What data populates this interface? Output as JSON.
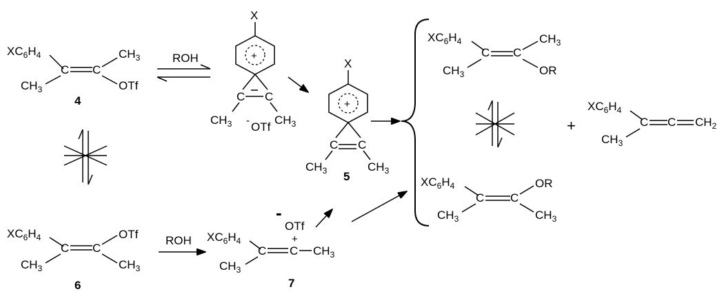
{
  "compounds": {
    "c4": {
      "sub": "XC6H4",
      "me_top": "CH3",
      "me_bottom": "CH3",
      "otf": "OTf",
      "atom": "C",
      "number": "4"
    },
    "int": {
      "x": "X",
      "me_left": "CH3",
      "me_right": "CH3",
      "counterion": "OTf",
      "atom": "C"
    },
    "c5": {
      "x": "X",
      "me_left": "CH3",
      "me_right": "CH3",
      "atom": "C",
      "number": "5"
    },
    "c6": {
      "sub": "XC6H4",
      "me_bottom_left": "CH3",
      "me_bottom_right": "CH3",
      "otf": "OTf",
      "atom": "C",
      "number": "6"
    },
    "c7": {
      "sub": "XC6H4",
      "me_bottom": "CH3",
      "me_right": "CH3",
      "counterion": "OTf",
      "atom": "C",
      "number": "7"
    },
    "p1": {
      "sub": "XC6H4",
      "me_top": "CH3",
      "me_bottom": "CH3",
      "or": "OR",
      "atom": "C"
    },
    "p2": {
      "sub": "XC6H4",
      "or": "OR",
      "me_bottom_left": "CH3",
      "me_bottom_right": "CH3",
      "atom": "C"
    },
    "allene": {
      "sub": "XC6H4",
      "me": "CH3",
      "end": "CH2",
      "atom": "C"
    }
  },
  "reagents": {
    "roh_top": "ROH",
    "roh_bottom": "ROH"
  },
  "plus_sign": "+",
  "charges": {
    "plus": "+",
    "minus": "-"
  }
}
